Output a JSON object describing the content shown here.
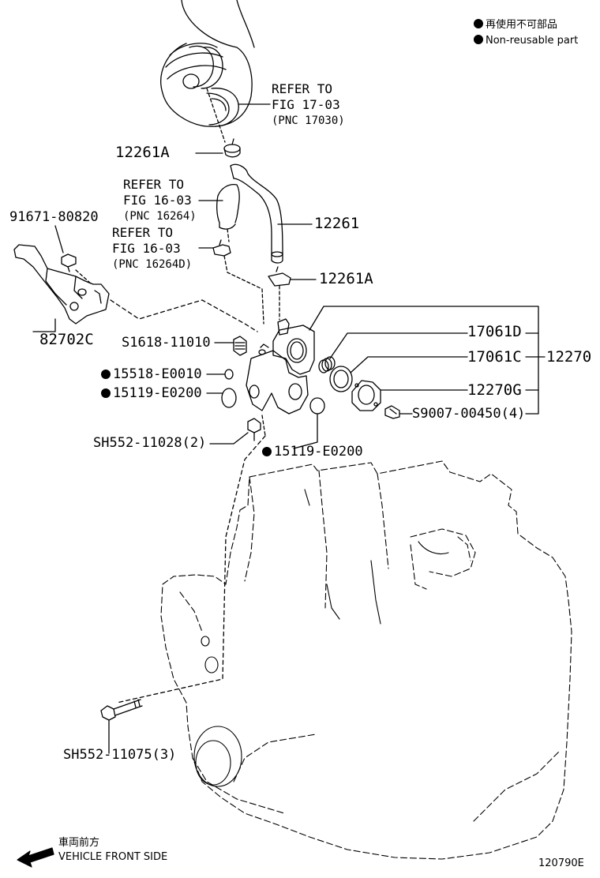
{
  "legend": {
    "line1": "再使用不可部品",
    "line2": "Non-reusable part"
  },
  "refs": [
    {
      "line1": "REFER TO",
      "line2": "FIG 17-03",
      "line3": "(PNC 17030)"
    },
    {
      "line1": "REFER TO",
      "line2": "FIG 16-03",
      "line3": "(PNC 16264)"
    },
    {
      "line1": "REFER TO",
      "line2": "FIG 16-03",
      "line3": "(PNC 16264D)"
    }
  ],
  "parts": {
    "p12261A_top": "12261A",
    "p12261": "12261",
    "p12261A_bottom": "12261A",
    "p91671": "91671-80820",
    "p82702C": "82702C",
    "pS1618": "S1618-11010",
    "p15518": "15518-E0010",
    "p15119_left": "15119-E0200",
    "p17061D": "17061D",
    "p17061C": "17061C",
    "p12270": "12270",
    "p12270G": "12270G",
    "pS9007": "S9007-00450(4)",
    "pSH552_2": "SH552-11028(2)",
    "p15119_right": "15119-E0200",
    "pSH552_3": "SH552-11075(3)"
  },
  "front": {
    "jp": "車両前方",
    "en": "VEHICLE FRONT SIDE"
  },
  "figure_id": "120790E"
}
